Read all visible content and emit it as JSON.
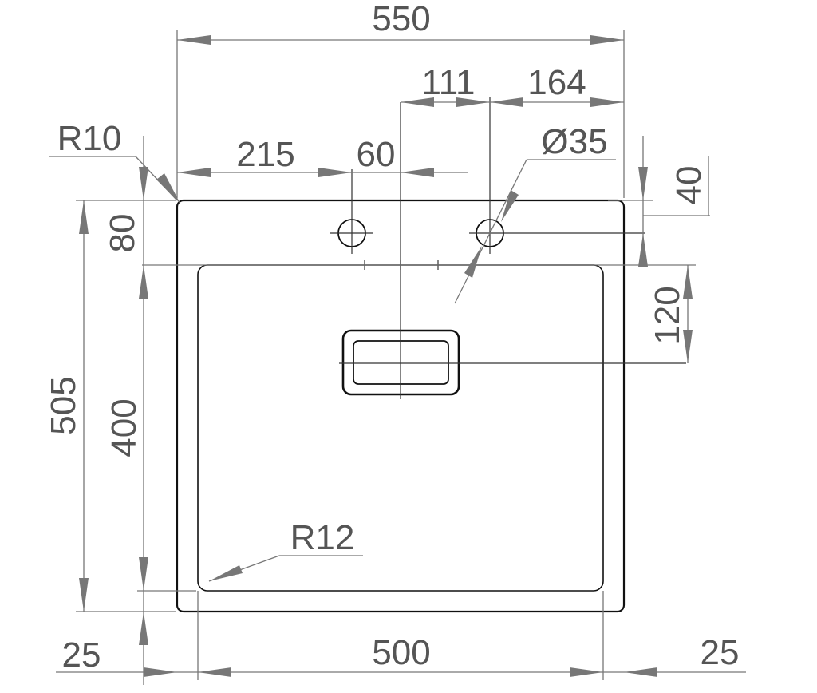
{
  "dimensions": {
    "overall_width": "550",
    "tap_offset": "111",
    "right_offset": "164",
    "corner_radius_outer": "R10",
    "left_to_hole": "215",
    "hole_spacing": "60",
    "hole_diameter": "Ø35",
    "hole_top_offset": "40",
    "deck_depth": "80",
    "drain_offset": "120",
    "overall_depth": "505",
    "bowl_depth": "400",
    "corner_radius_inner": "R12",
    "bottom_left_margin": "25",
    "bowl_width": "500",
    "bottom_right_margin": "25"
  },
  "colors": {
    "outline": "#111111",
    "dimension": "#777777",
    "text": "#555555"
  }
}
